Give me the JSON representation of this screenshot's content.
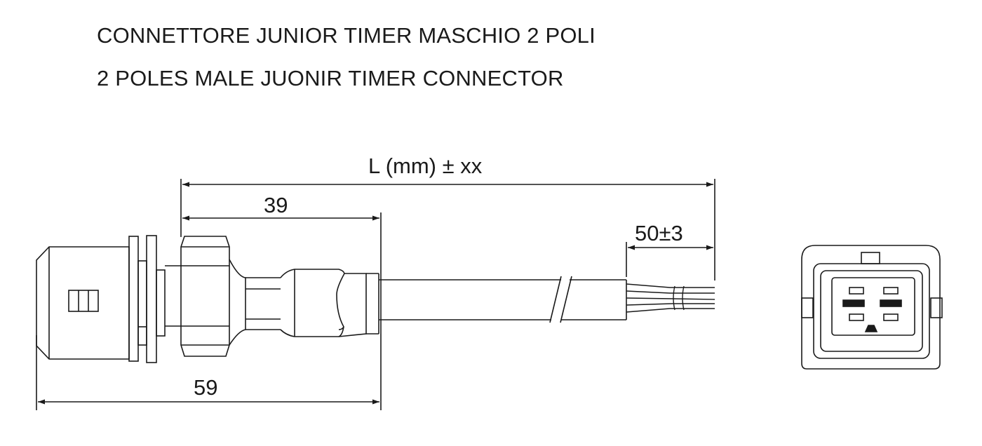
{
  "header": {
    "title_it": "CONNETTORE JUNIOR TIMER MASCHIO 2 POLI",
    "title_en": "2 POLES MALE JUONIR TIMER CONNECTOR"
  },
  "dimensions": {
    "total_length": "L (mm) ± xx",
    "overmold_length": "39",
    "strip_length": "50±3",
    "connector_length": "59"
  },
  "colors": {
    "line": "#1a1a1a",
    "background": "#ffffff"
  }
}
